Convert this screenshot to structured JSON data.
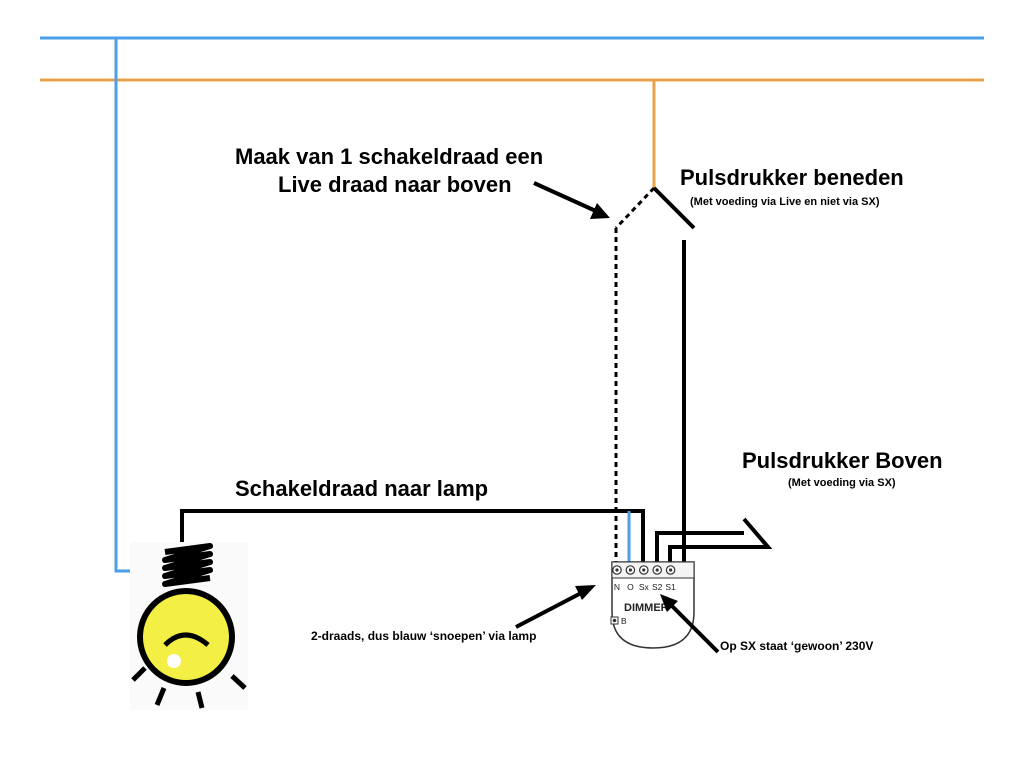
{
  "colors": {
    "neutral": "#4a9fe8",
    "live": "#e8a24a",
    "wire": "#000000",
    "bulb": "#f3ef44",
    "background": "#ffffff"
  },
  "labels": {
    "live_wire_note_line1": "Maak van 1 schakeldraad een",
    "live_wire_note_line2": "Live draad naar boven",
    "switch_down_title": "Pulsdrukker beneden",
    "switch_down_note": "(Met voeding via Live en niet via SX)",
    "switch_up_title": "Pulsdrukker Boven",
    "switch_up_note": "(Met voeding via SX)",
    "lamp_wire": "Schakeldraad naar lamp",
    "two_wire_note": "2-draads, dus blauw ‘snoepen’ via lamp",
    "sx_note": "Op SX staat ‘gewoon’ 230V"
  },
  "module": {
    "name": "DIMMER",
    "button_label": "B",
    "terminals": [
      "N",
      "O",
      "Sx",
      "S2",
      "S1"
    ]
  },
  "icons": {
    "lamp": "light-bulb-icon",
    "module": "dimmer-module-icon",
    "switch": "push-button-switch-icon"
  }
}
